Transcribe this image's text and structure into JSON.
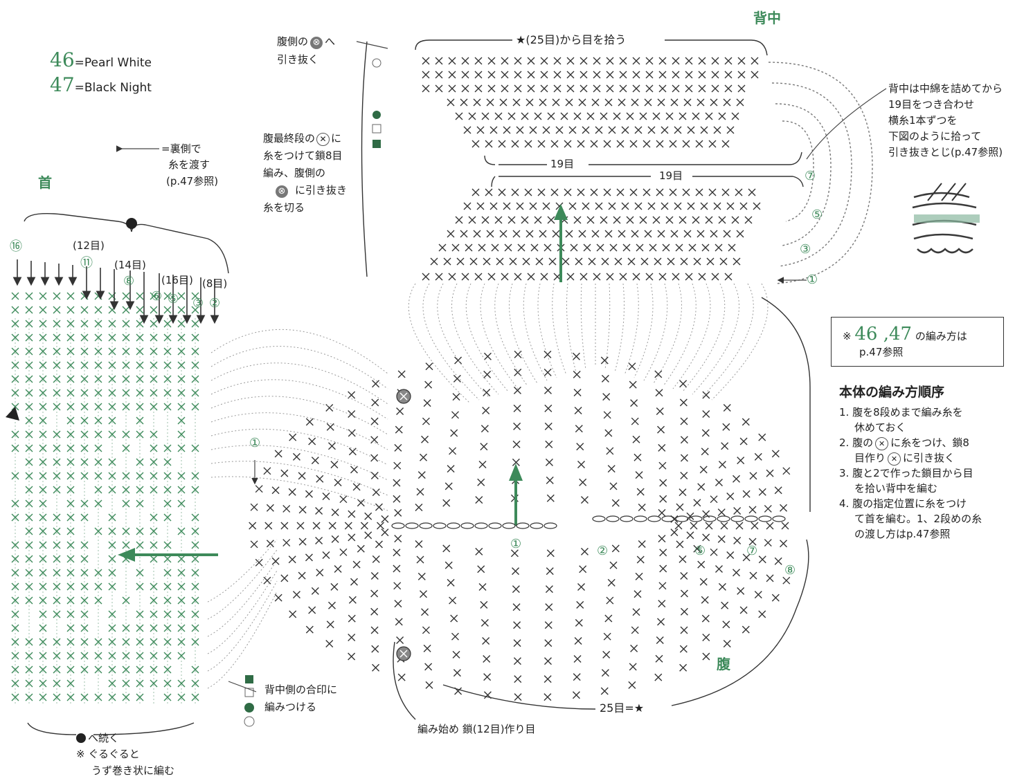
{
  "legend": {
    "items": [
      {
        "num": "46",
        "text": "=Pearl White"
      },
      {
        "num": "47",
        "text": "=Black Night"
      }
    ],
    "arrow_note": [
      "=裏側で",
      "糸を渡す",
      "(p.47参照)"
    ]
  },
  "sections": {
    "neck": "首",
    "back": "背中",
    "belly": "腹"
  },
  "back_labels": {
    "top_pickup": "★(25目)から目を拾う",
    "row_count_top": "19目",
    "row_count_bottom": "19目",
    "belly_side_pull": [
      "腹側の",
      "へ",
      "引き抜く"
    ],
    "belly_final": [
      "腹最終段の",
      "に",
      "糸をつけて鎖8目",
      "編み、腹側の",
      "に引き抜き",
      "糸を切る"
    ],
    "stuff_note": [
      "背中は中綿を詰めてから",
      "19目をつき合わせ",
      "横糸1本ずつを",
      "下図のように拾って",
      "引き抜きとじ(p.47参照)"
    ],
    "round_numbers": [
      "⑦",
      "⑤",
      "③",
      "①"
    ]
  },
  "neck_labels": {
    "counts": [
      "(12目)",
      "(14目)",
      "(16目)",
      "(8目)"
    ],
    "rounds": [
      "⑯",
      "⑪",
      "⑧",
      "⑥",
      "⑤",
      "③",
      "②"
    ],
    "continue": "へ続く",
    "spiral": [
      "※ ぐるぐると",
      "うず巻き状に編む"
    ],
    "attach": [
      "背中側の合印に",
      "編みつける"
    ],
    "round_one": "①"
  },
  "belly_labels": {
    "start": "編み始め 鎖(12目)作り目",
    "total": "25目=★",
    "rounds": [
      "①",
      "②",
      "⑤",
      "⑦",
      "⑧"
    ]
  },
  "note_box": {
    "prefix": "※",
    "nums": "46 ,47",
    "text": "の編み方は",
    "ref": "p.47参照"
  },
  "instructions": {
    "title": "本体の編み方順序",
    "steps": [
      "1. 腹を8段めまで編み糸を",
      "休めておく",
      "2. 腹の",
      "に糸をつけ、鎖8",
      "目作り",
      "に引き抜く",
      "3. 腹と2で作った鎖目から目",
      "を拾い背中を編む",
      "4. 腹の指定位置に糸をつけ",
      "て首を編む。1、2段めの糸",
      "の渡し方はp.47参照"
    ]
  },
  "colors": {
    "green": "#3d8a5a",
    "ink": "#333333"
  }
}
